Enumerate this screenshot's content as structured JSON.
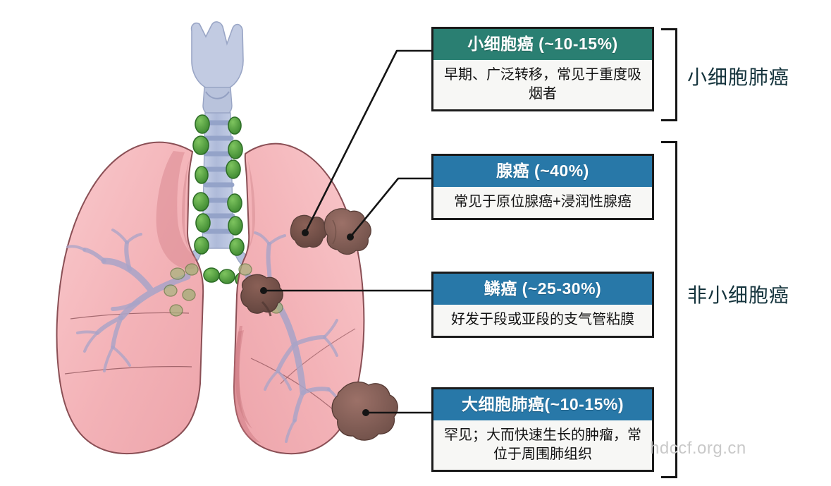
{
  "diagram": {
    "title_semantic": "lung-cancer-histologic-types",
    "watermark": "hdccf.org.cn"
  },
  "boxes": [
    {
      "id": "sclc",
      "header": "小细胞癌 (~10-15%)",
      "body": "早期、广泛转移，常见于重度吸烟者",
      "header_color": "#2a7f72",
      "group": "小细胞肺癌"
    },
    {
      "id": "adeno",
      "header": "腺癌 (~40%)",
      "body": "常见于原位腺癌+浸润性腺癌",
      "header_color": "#2878a8",
      "group": "非小细胞癌"
    },
    {
      "id": "squamous",
      "header": "鳞癌 (~25-30%)",
      "body": "好发于段或亚段的支气管粘膜",
      "header_color": "#2878a8",
      "group": "非小细胞癌"
    },
    {
      "id": "large-cell",
      "header": "大细胞肺癌(~10-15%)",
      "body": "罕见；大而快速生长的肿瘤，常位于周围肺组织",
      "header_color": "#2878a8",
      "group": "非小细胞癌"
    }
  ],
  "brackets": [
    {
      "id": "sclc",
      "label": "小细胞肺癌"
    },
    {
      "id": "nsclc",
      "label": "非小细胞癌"
    }
  ],
  "anatomy": {
    "larynx": "larynx",
    "trachea": "trachea",
    "left_lung": "left-lung",
    "right_lung": "right-lung",
    "bronchial_tree": "bronchial-tree",
    "lymph_nodes": "lymph-nodes",
    "tumors": [
      {
        "id": "sclc-tumor",
        "label": "small-cell-carcinoma-lesion"
      },
      {
        "id": "adeno-tumor",
        "label": "adenocarcinoma-lesion"
      },
      {
        "id": "squamous-tumor",
        "label": "squamous-cell-carcinoma-lesion"
      },
      {
        "id": "large-cell-tumor",
        "label": "large-cell-carcinoma-lesion"
      }
    ]
  },
  "colors": {
    "lung_pink": "#f4b4b8",
    "lung_pink_light": "#f7c4c7",
    "lung_outline": "#8a4f55",
    "bronchi_purple": "#a9a4c8",
    "trachea_blue": "#b9c4de",
    "trachea_ring": "#8fa0c6",
    "lymph_green": "#4f9e3f",
    "tumor_brown": "#7a5750",
    "tumor_brown_light": "#9a7168",
    "teal": "#2a7f72",
    "blue": "#2878a8",
    "line": "#141414",
    "watermark": "#c9c9c9"
  }
}
